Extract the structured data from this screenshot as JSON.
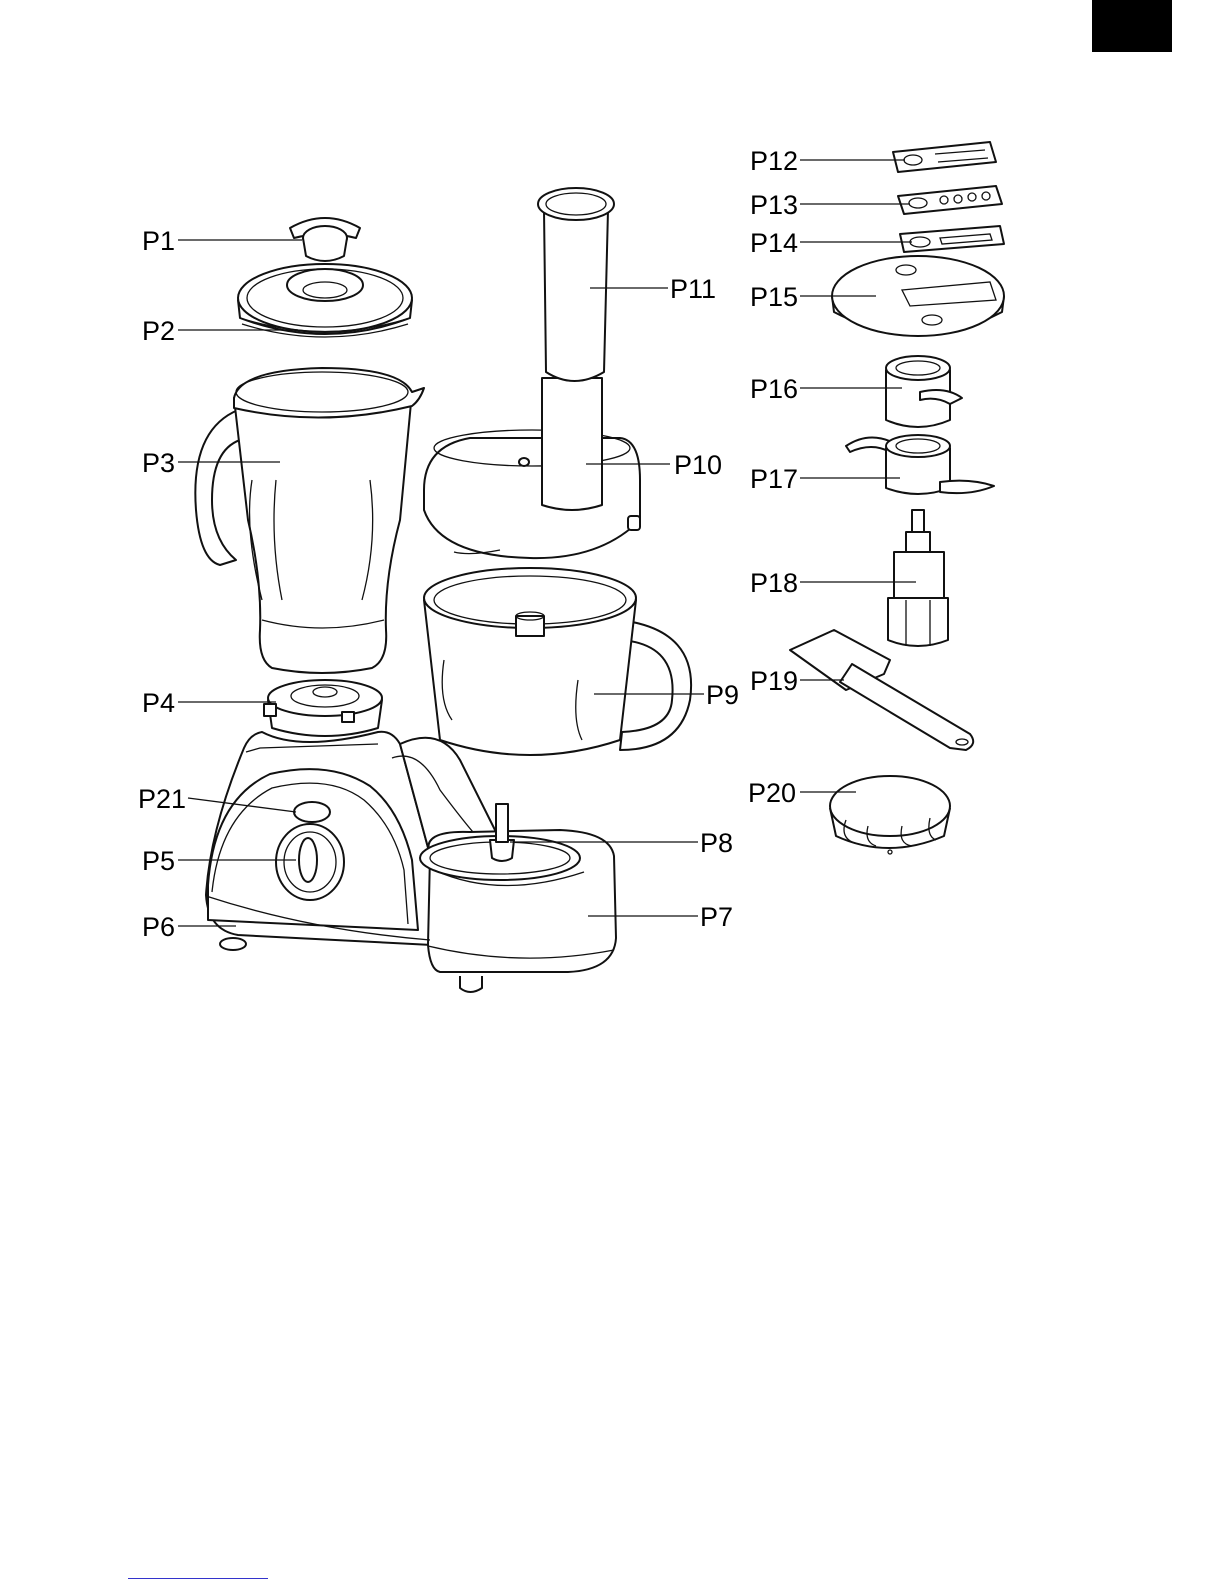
{
  "diagram": {
    "labels": [
      "P1",
      "P2",
      "P3",
      "P4",
      "P5",
      "P6",
      "P7",
      "P8",
      "P9",
      "P10",
      "P11",
      "P12",
      "P13",
      "P14",
      "P15",
      "P16",
      "P17",
      "P18",
      "P19",
      "P20",
      "P21"
    ]
  },
  "colors": {
    "ink": "#111111",
    "corner_block": "#000000",
    "footer_rule": "#3333cc"
  }
}
